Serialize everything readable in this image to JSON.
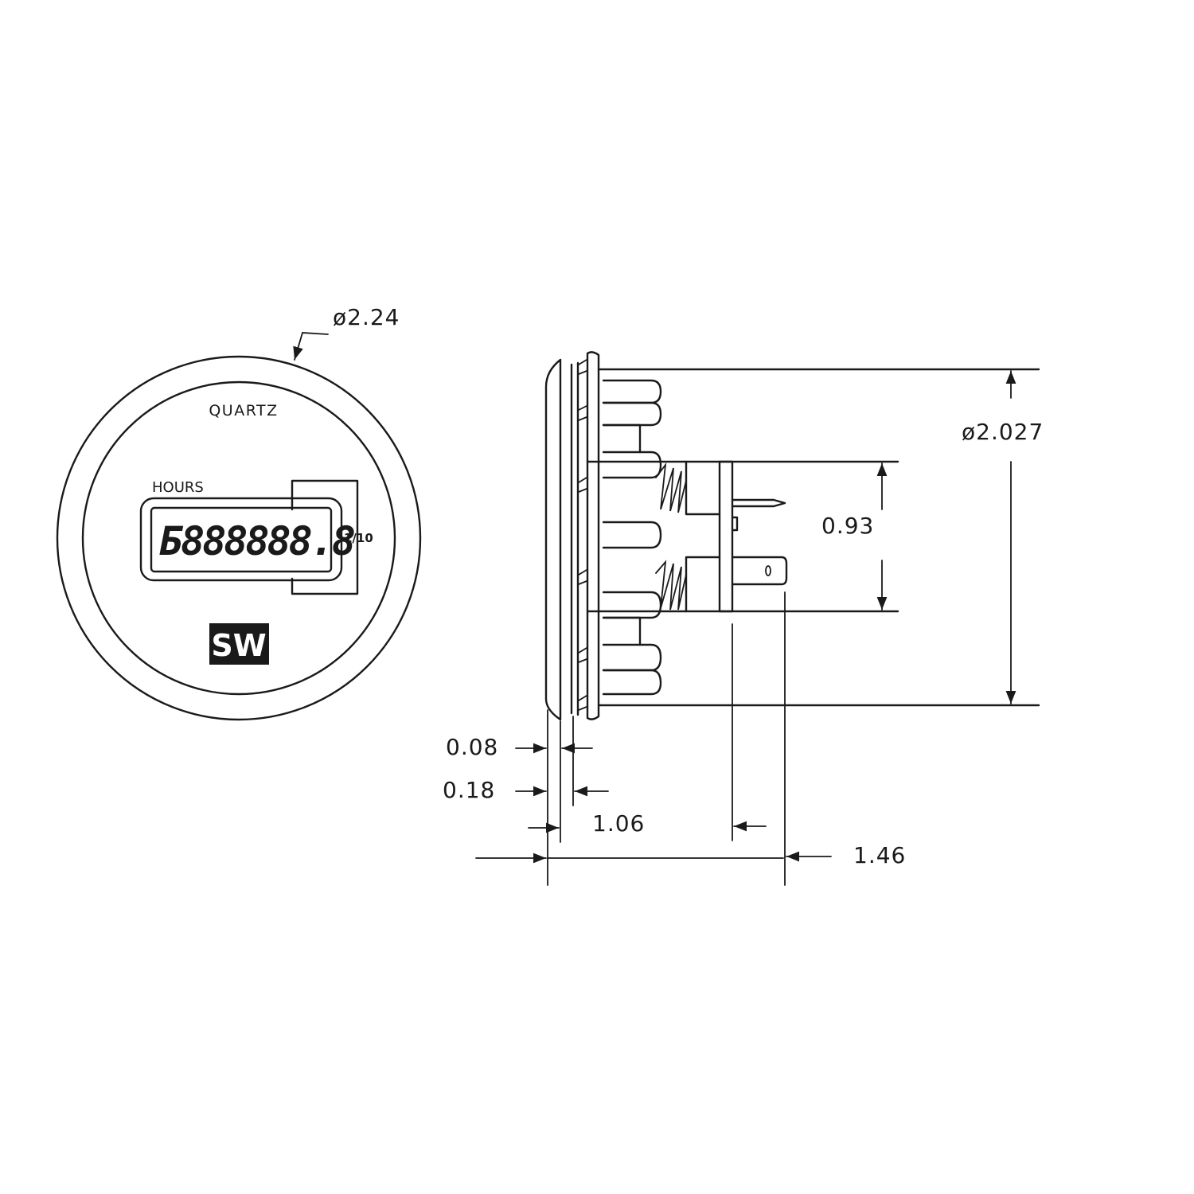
{
  "front_view": {
    "brand_label": "QUARTZ",
    "display_label": "HOURS",
    "display_digits": "Б888888.8",
    "unit_label": "1/10",
    "logo_text": "SW",
    "diameter_callout": "ø2.24"
  },
  "side_view": {
    "body_diameter": "ø2.027",
    "terminal_spacing": "0.93",
    "bezel_thickness": "0.08",
    "flange_thickness": "0.18",
    "body_depth": "1.06",
    "overall_depth": "1.46"
  }
}
